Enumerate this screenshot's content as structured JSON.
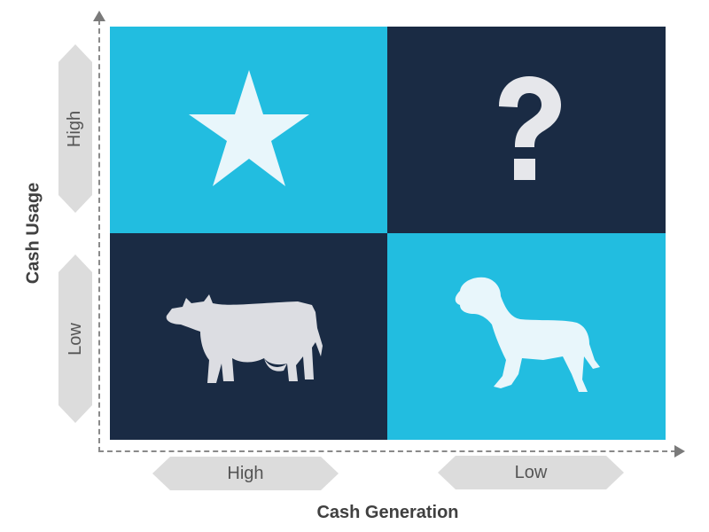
{
  "matrix": {
    "x_axis": {
      "title": "Cash Generation",
      "levels": [
        "High",
        "Low"
      ]
    },
    "y_axis": {
      "title": "Cash Usage",
      "levels": [
        "High",
        "Low"
      ]
    },
    "quadrants": [
      {
        "position": "top-left",
        "icon": "star-icon",
        "color": "#22bde0"
      },
      {
        "position": "top-right",
        "icon": "question-mark-icon",
        "color": "#1a2b44"
      },
      {
        "position": "bottom-left",
        "icon": "cow-icon",
        "color": "#1a2b44"
      },
      {
        "position": "bottom-right",
        "icon": "dog-icon",
        "color": "#22bde0"
      }
    ],
    "colors": {
      "light_quadrant": "#22bde0",
      "dark_quadrant": "#1a2b44",
      "icon_light": "#e8f6fb",
      "icon_grey": "#dcdde2",
      "label_bg": "#dcdcdc",
      "axis_line": "#8a8a8a"
    }
  }
}
